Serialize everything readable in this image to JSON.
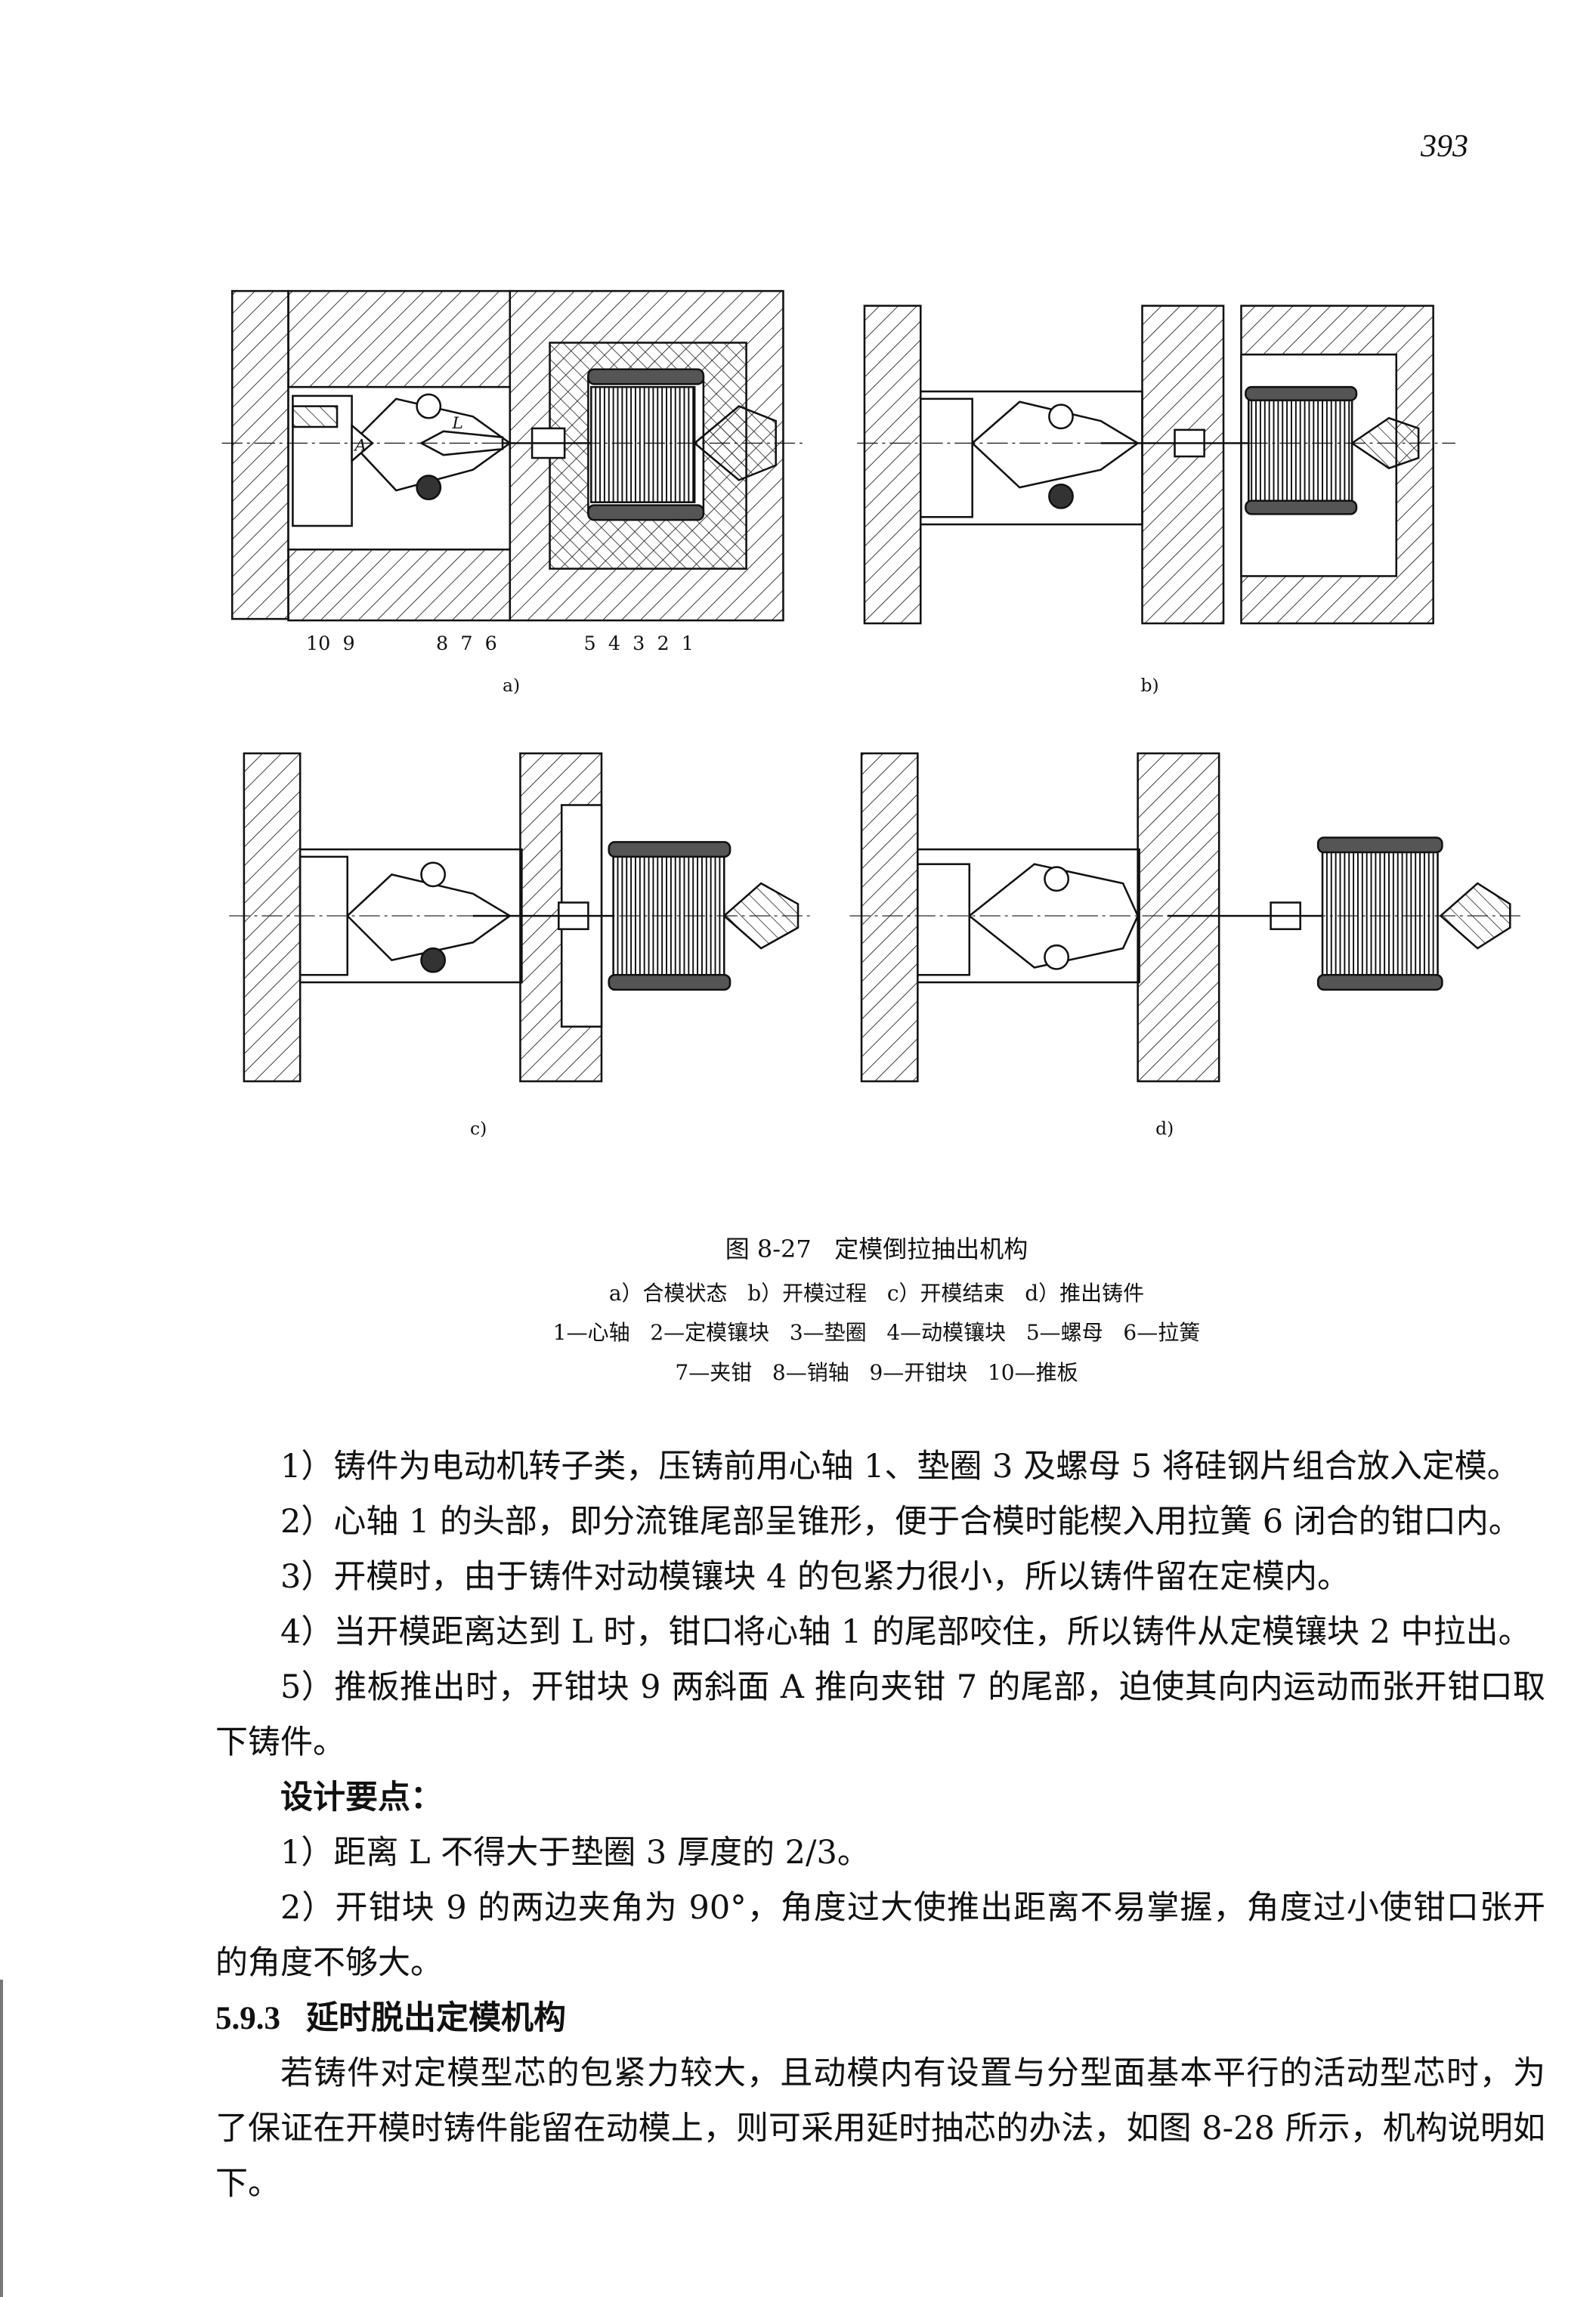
{
  "page_number": "393",
  "figure": {
    "panels": [
      {
        "id": "a",
        "label": "a)",
        "part_numbers_left": "10  9",
        "part_numbers_mid": "8  7  6",
        "part_numbers_right": "5  4  3  2  1",
        "marker_A": "A",
        "marker_L": "L"
      },
      {
        "id": "b",
        "label": "b)"
      },
      {
        "id": "c",
        "label": "c)"
      },
      {
        "id": "d",
        "label": "d)"
      }
    ],
    "caption_title": "图 8-27   定模倒拉抽出机构",
    "caption_sub": "a）合模状态   b）开模过程   c）开模结束   d）推出铸件",
    "legend_line1": "1—心轴   2—定模镶块   3—垫圈   4—动模镶块   5—螺母   6—拉簧",
    "legend_line2": "7—夹钳   8—销轴   9—开钳块   10—推板"
  },
  "body": {
    "items": [
      "1）铸件为电动机转子类，压铸前用心轴 1、垫圈 3 及螺母 5 将硅钢片组合放入定模。",
      "2）心轴 1 的头部，即分流锥尾部呈锥形，便于合模时能楔入用拉簧 6 闭合的钳口内。",
      "3）开模时，由于铸件对动模镶块 4 的包紧力很小，所以铸件留在定模内。",
      "4）当开模距离达到 L 时，钳口将心轴 1 的尾部咬住，所以铸件从定模镶块 2 中拉出。",
      "5）推板推出时，开钳块 9 两斜面 A 推向夹钳 7 的尾部，迫使其向内运动而张开钳口取下铸件。"
    ],
    "design_points_heading": "设计要点：",
    "design_points": [
      "1）距离 L 不得大于垫圈 3 厚度的 2/3。",
      "2）开钳块 9 的两边夹角为 90°，角度过大使推出距离不易掌握，角度过小使钳口张开的角度不够大。"
    ],
    "section_number": "5.9.3",
    "section_title": "延时脱出定模机构",
    "section_paragraph": "若铸件对定模型芯的包紧力较大，且动模内有设置与分型面基本平行的活动型芯时，为了保证在开模时铸件能留在动模上，则可采用延时抽芯的办法，如图 8-28 所示，机构说明如下。"
  }
}
